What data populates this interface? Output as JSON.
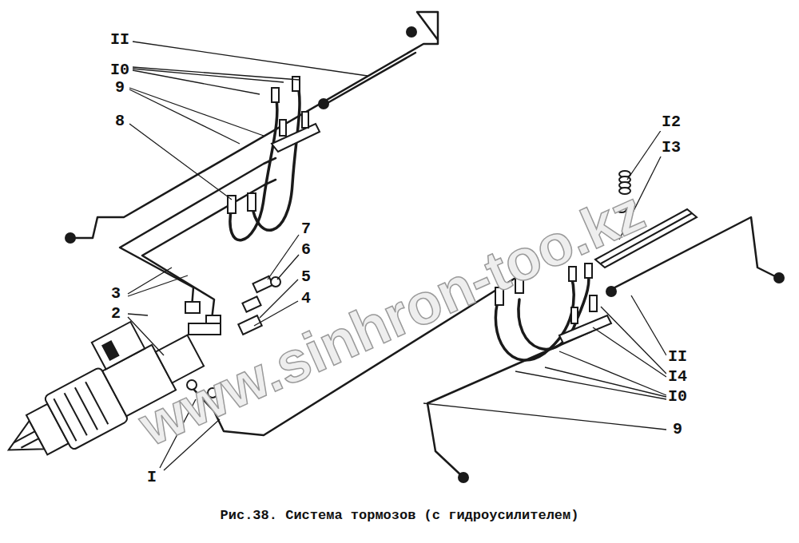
{
  "diagram": {
    "caption": "Рис.38. Система тормозов (с гидроусилителем)",
    "labels": [
      "II",
      "I0",
      "9",
      "8",
      "7",
      "6",
      "5",
      "3",
      "4",
      "2",
      "I",
      "I2",
      "I3",
      "II",
      "I4",
      "I0",
      "9",
      "www.sinhron-too.kz"
    ]
  }
}
